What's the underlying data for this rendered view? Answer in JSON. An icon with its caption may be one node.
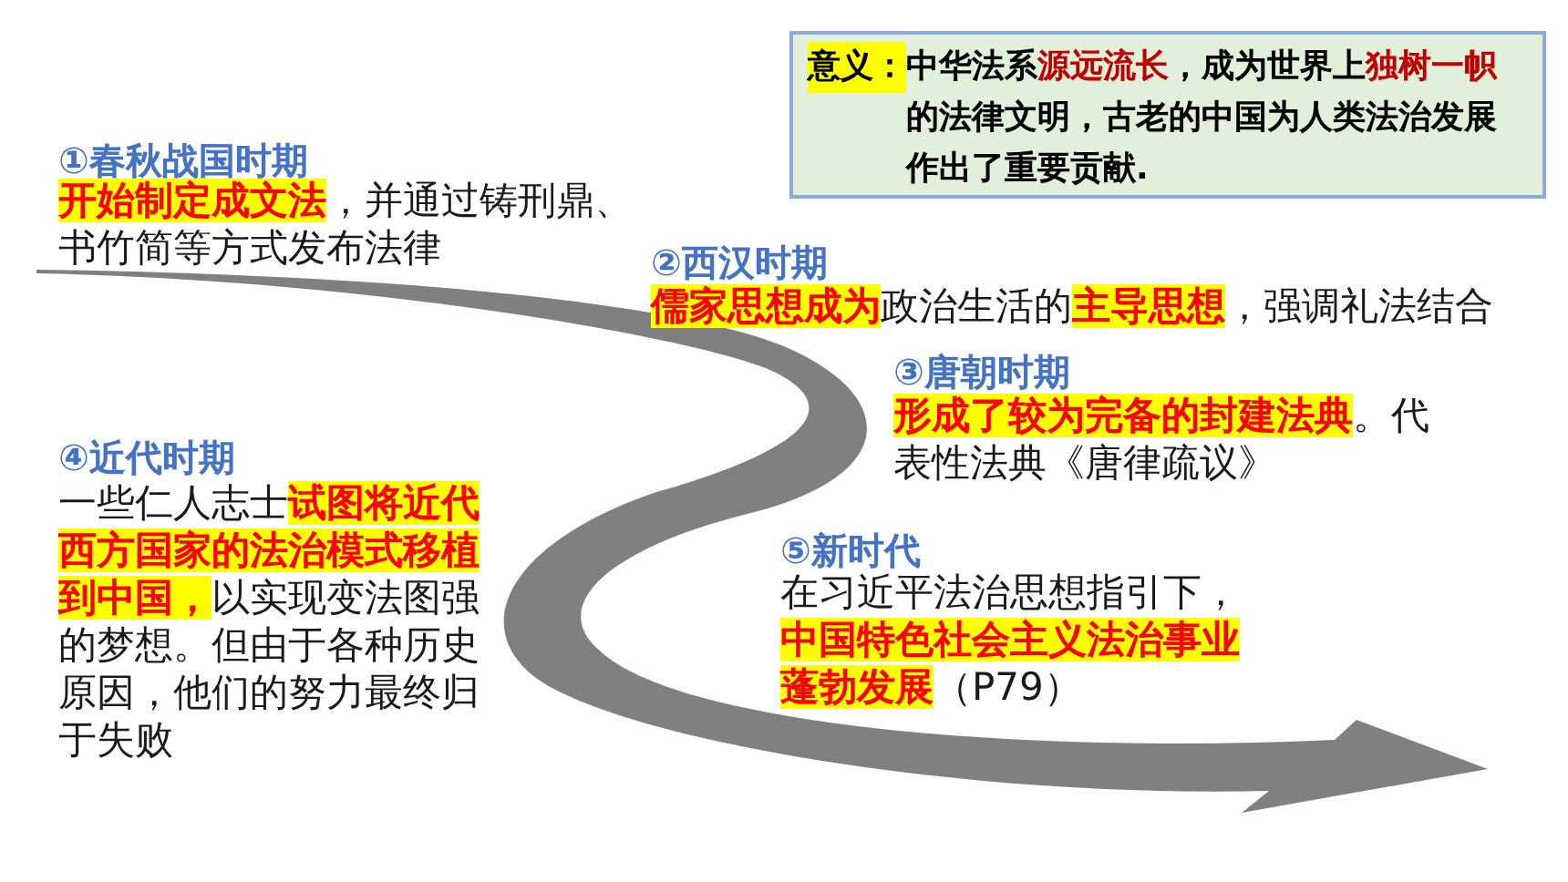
{
  "diagram": {
    "nodes": [
      {
        "text": [
          "意义：",
          "中华法系**源远流长**，成为世界上**独树一帜**的法律文明，古老的中国为人类法治发展作出了重要贡献."
        ]
      }
    ],
    "labels": [
      "①春秋战国时期",
      "**开始制定成文法**，并通过铸刑鼎、书竹简等方式发布法律",
      "②西汉时期",
      "**儒家思想成为**政治生活的**主导思想**，强调礼法结合",
      "③唐朝时期",
      "**形成了较为完备的封建法典**。代表性法典《唐律疏议》",
      "④近代时期",
      "一些仁人志士**试图将近代西方国家的法治模式移植到中国，**以实现变法图强的梦想。但由于各种历史原因，他们的努力最终归于失败",
      "⑤新时代",
      "在习近平法治思想指引下，**中国特色社会主义法治事业蓬勃发展**（P79）"
    ]
  }
}
